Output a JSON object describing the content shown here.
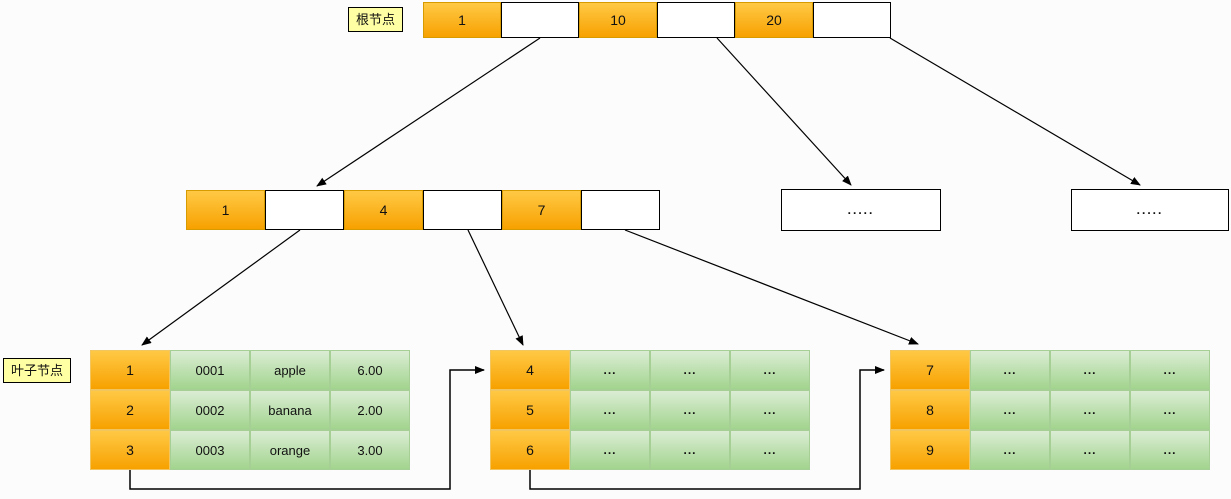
{
  "labels": {
    "root": "根节点",
    "leaf": "叶子节点"
  },
  "root_node": {
    "cells": [
      "1",
      "",
      "10",
      "",
      "20",
      ""
    ]
  },
  "internal_node": {
    "cells": [
      "1",
      "",
      "4",
      "",
      "7",
      ""
    ]
  },
  "placeholder_nodes": [
    {
      "text": "....."
    },
    {
      "text": "....."
    }
  ],
  "leaf_tables": [
    {
      "rows": [
        [
          "1",
          "0001",
          "apple",
          "6.00"
        ],
        [
          "2",
          "0002",
          "banana",
          "2.00"
        ],
        [
          "3",
          "0003",
          "orange",
          "3.00"
        ]
      ]
    },
    {
      "rows": [
        [
          "4",
          "...",
          "...",
          "..."
        ],
        [
          "5",
          "...",
          "...",
          "..."
        ],
        [
          "6",
          "...",
          "...",
          "..."
        ]
      ]
    },
    {
      "rows": [
        [
          "7",
          "...",
          "...",
          "..."
        ],
        [
          "8",
          "...",
          "...",
          "..."
        ],
        [
          "9",
          "...",
          "...",
          "..."
        ]
      ]
    }
  ],
  "colors": {
    "key_cell_top": "#ffc945",
    "key_cell_bottom": "#f7a100",
    "key_cell_border": "#d79b00",
    "data_cell_top": "#dbedd4",
    "data_cell_bottom": "#a2d48e",
    "label_background": "#ffffa3",
    "edge": "#000000"
  }
}
